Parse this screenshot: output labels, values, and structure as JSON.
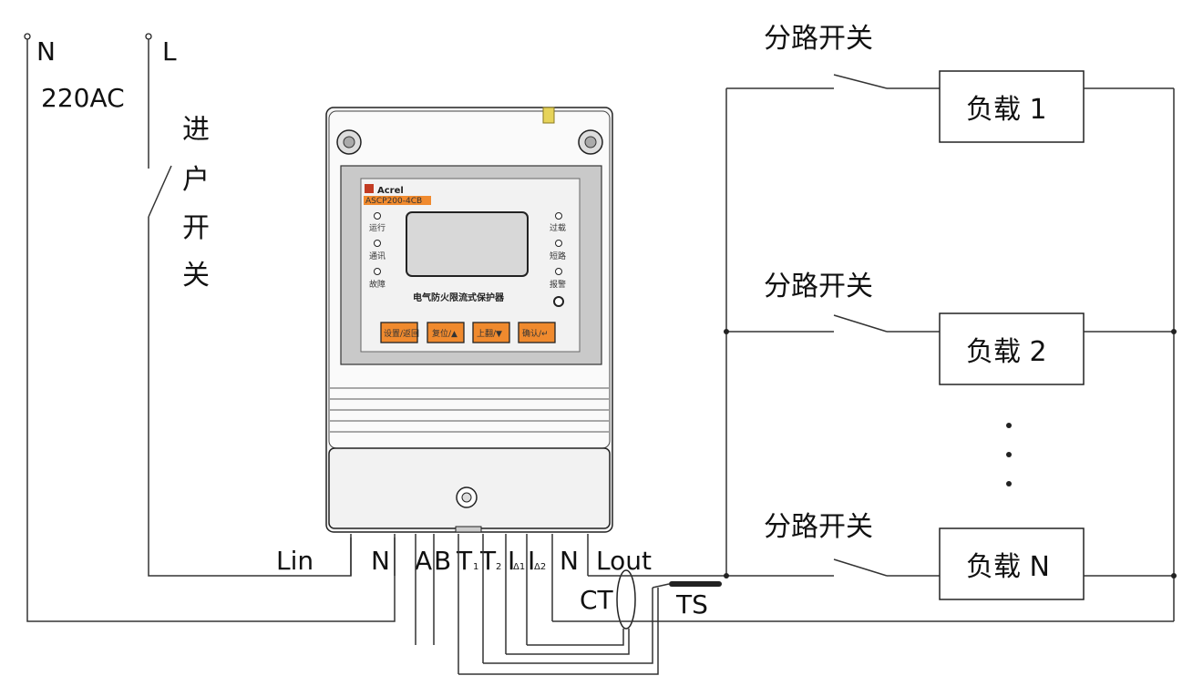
{
  "supply": {
    "n_label": "N",
    "l_label": "L",
    "voltage": "220AC",
    "incoming_switch": [
      "进",
      "户",
      "开",
      "关"
    ]
  },
  "device": {
    "brand": "Acrel",
    "model": "ASCP200-4CB",
    "name": "电气防火限流式保护器",
    "left_leds": [
      "运行",
      "通讯",
      "故障"
    ],
    "right_leds": [
      "过载",
      "短路",
      "报警"
    ],
    "buttons": [
      "设置/返回",
      "复位/▲",
      "上翻/▼",
      "确认/↵"
    ]
  },
  "terminals": {
    "lin": "Lin",
    "n_in": "N",
    "a": "A",
    "b": "B",
    "t": "T",
    "t1_sub": "1",
    "t2_sub": "2",
    "i": "I",
    "i1_sub": "Δ1",
    "i2_sub": "Δ2",
    "n_out": "N",
    "lout": "Lout",
    "ct": "CT",
    "ts": "TS"
  },
  "branches": [
    {
      "switch": "分路开关",
      "load": "负载 1"
    },
    {
      "switch": "分路开关",
      "load": "负载 2"
    },
    {
      "switch": "分路开关",
      "load": "负载 N"
    }
  ]
}
